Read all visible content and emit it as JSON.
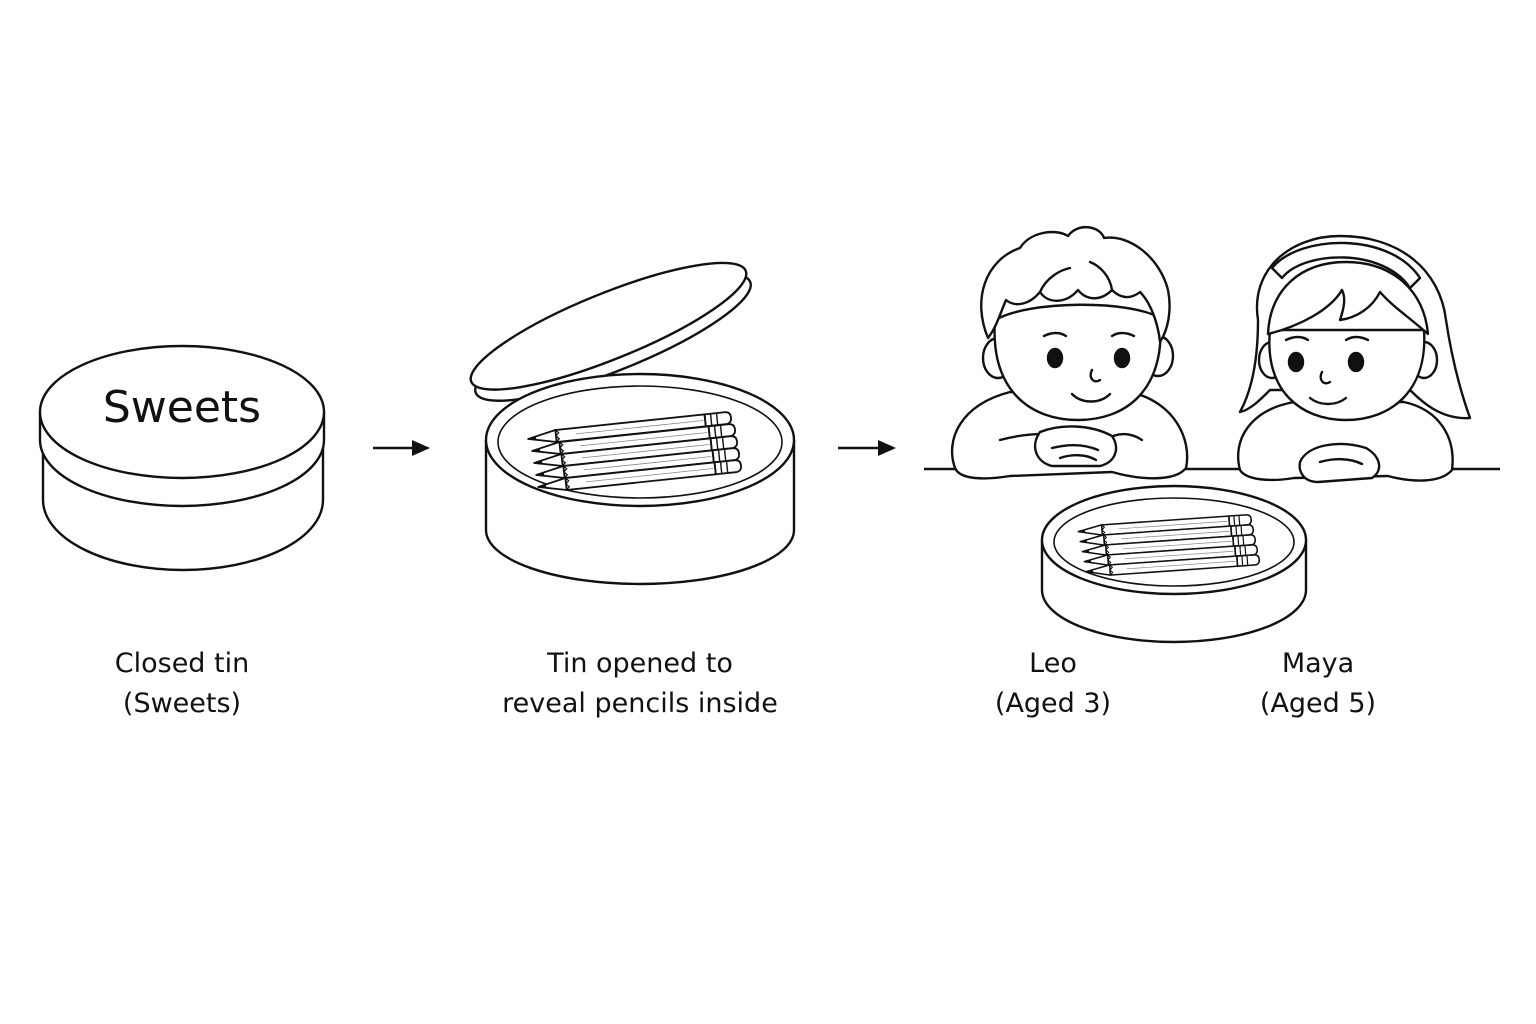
{
  "lid_label": "Sweets",
  "captions": {
    "closed": {
      "line1": "Closed tin",
      "line2": "(Sweets)"
    },
    "opened": {
      "line1": "Tin opened to",
      "line2": "reveal pencils inside"
    },
    "leo": {
      "line1": "Leo",
      "line2": "(Aged 3)"
    },
    "maya": {
      "line1": "Maya",
      "line2": "(Aged 5)"
    }
  },
  "icons": [
    "sweets-tin-icon",
    "arrow-right-icon",
    "open-tin-icon",
    "pencil-icon",
    "boy-icon",
    "girl-icon"
  ],
  "colors": {
    "stroke": "#111111",
    "background": "#ffffff"
  }
}
